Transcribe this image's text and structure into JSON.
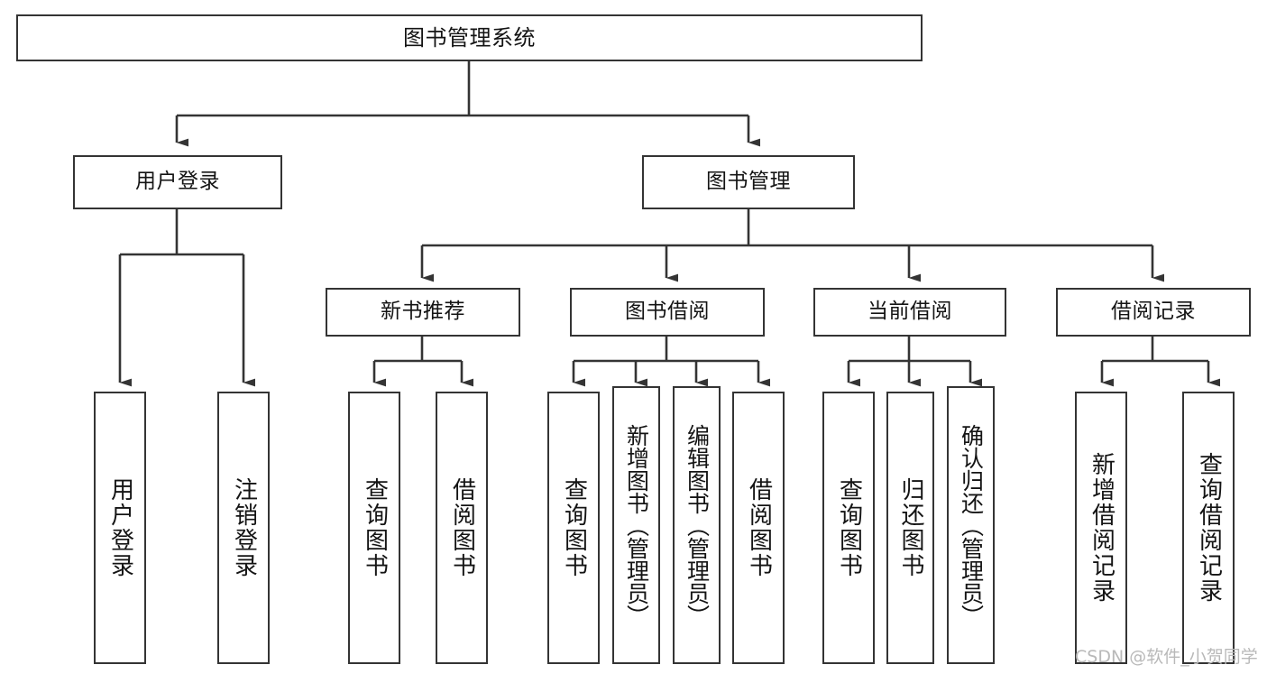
{
  "diagram": {
    "title": "图书管理系统",
    "type": "hierarchy-tree",
    "style": {
      "box_border_color": "#343434",
      "box_fill_color": "#ffffff",
      "text_color": "#141414",
      "connector_color": "#343434",
      "background": "#ffffff"
    },
    "nodes": {
      "root": {
        "label": "图书管理系统"
      },
      "level1": [
        {
          "id": "user-login",
          "label": "用户登录"
        },
        {
          "id": "book-manage",
          "label": "图书管理"
        }
      ],
      "level2": [
        {
          "id": "new-book-rec",
          "label": "新书推荐"
        },
        {
          "id": "book-borrow",
          "label": "图书借阅"
        },
        {
          "id": "current-borrow",
          "label": "当前借阅"
        },
        {
          "id": "borrow-record",
          "label": "借阅记录"
        }
      ],
      "leaves": {
        "user_login": [
          {
            "id": "leaf-user-login",
            "label": "用户登录"
          },
          {
            "id": "leaf-logout",
            "label": "注销登录"
          }
        ],
        "new_book_rec": [
          {
            "id": "leaf-query-book-1",
            "label": "查询图书"
          },
          {
            "id": "leaf-borrow-book-1",
            "label": "借阅图书"
          }
        ],
        "book_borrow": [
          {
            "id": "leaf-query-book-2",
            "label": "查询图书"
          },
          {
            "id": "leaf-add-book",
            "label": "新增图书（管理员）"
          },
          {
            "id": "leaf-edit-book",
            "label": "编辑图书（管理员）"
          },
          {
            "id": "leaf-borrow-book-2",
            "label": "借阅图书"
          }
        ],
        "current_borrow": [
          {
            "id": "leaf-query-book-3",
            "label": "查询图书"
          },
          {
            "id": "leaf-return-book",
            "label": "归还图书"
          },
          {
            "id": "leaf-confirm-return",
            "label": "确认归还（管理员）"
          }
        ],
        "borrow_record": [
          {
            "id": "leaf-add-record",
            "label": "新增借阅记录"
          },
          {
            "id": "leaf-query-record",
            "label": "查询借阅记录"
          }
        ]
      }
    }
  },
  "watermark": {
    "text": "CSDN @软件_小贺同学"
  }
}
